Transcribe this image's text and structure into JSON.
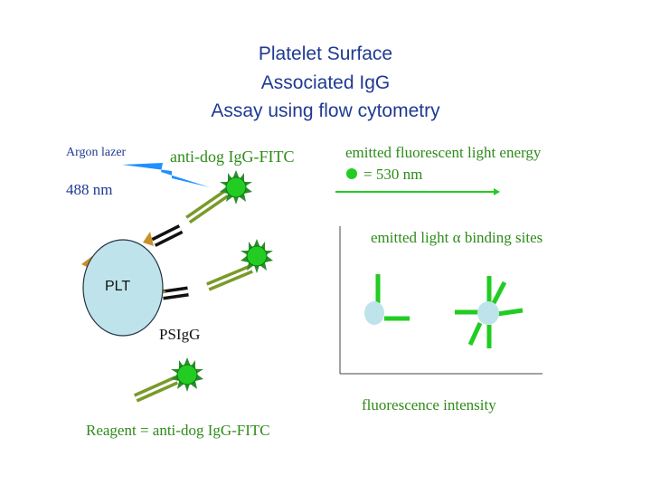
{
  "title": {
    "line1": "Platelet Surface",
    "line2": "Associated IgG",
    "line3": "Assay using flow cytometry"
  },
  "labels": {
    "argon_laser": "Argon lazer",
    "wavelength_in": "488 nm",
    "conjugate": "anti-dog IgG-FITC",
    "emitted_energy": "emitted fluorescent light energy",
    "emitted_wavelength": "= 530 nm",
    "platelet": "PLT",
    "psigg": "PSIgG",
    "reagent": "Reagent = anti-dog IgG-FITC",
    "emitted_prefix": "emitted light",
    "proportional_symbol": "α",
    "emitted_suffix": "binding sites",
    "x_axis": "fluorescence intensity"
  },
  "colors": {
    "title": "#1f3a93",
    "green_text": "#2e8b1a",
    "blue_text": "#1f3a93",
    "bright_green": "#22cc22",
    "platelet_fill": "#bfe3ea",
    "laser_blue": "#1e90ff"
  }
}
